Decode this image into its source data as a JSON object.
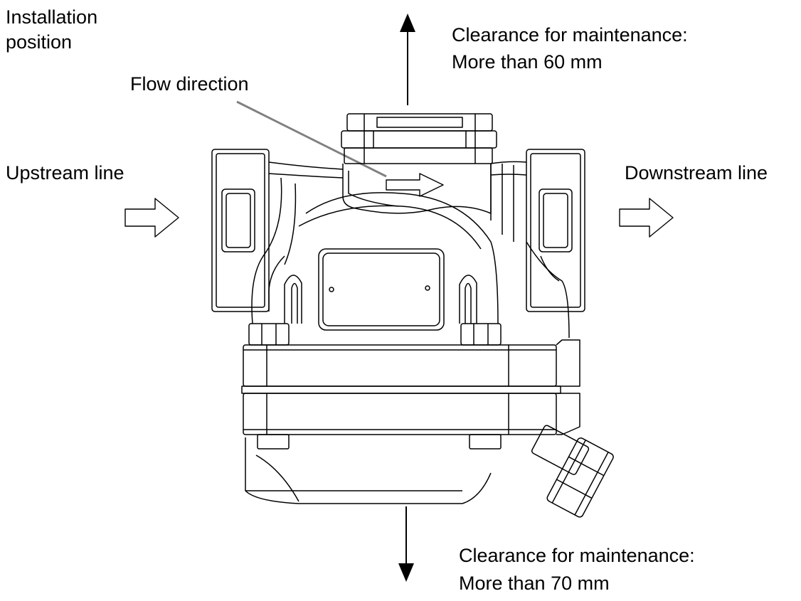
{
  "labels": {
    "installation_line1": "Installation",
    "installation_line2": "position",
    "flow_direction": "Flow direction",
    "upstream": "Upstream line",
    "downstream": "Downstream line",
    "clearance_top_line1": "Clearance for maintenance:",
    "clearance_top_line2": "More than 60 mm",
    "clearance_bottom_line1": "Clearance for maintenance:",
    "clearance_bottom_line2": "More than 70 mm"
  },
  "colors": {
    "line": "#000000",
    "leader": "#808080",
    "background": "#ffffff"
  }
}
